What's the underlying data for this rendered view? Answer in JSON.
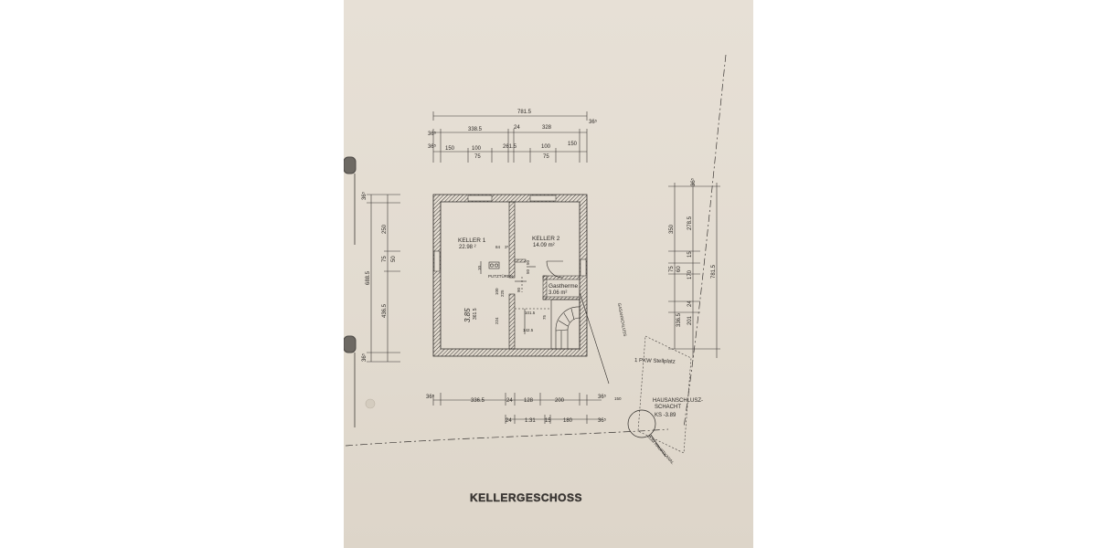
{
  "drawing": {
    "title": "KELLERGESCHOSS",
    "rooms": [
      {
        "name": "KELLER 1",
        "area": "22.98 ²"
      },
      {
        "name": "KELLER 2",
        "area": "14.09 m²"
      },
      {
        "name": "Gastherme",
        "area": "3.06 m²"
      }
    ],
    "labels": {
      "putzturen": "PUTZTÜREN",
      "gasanschluss": "GASANSCHLUSS",
      "parking": "1 PKW Stellplatz",
      "schacht_line1": "HAUSANSCHLUSZ-",
      "schacht_line2": "SCHACHT",
      "schacht_ks": "KS -3.89",
      "hauptkanal": "ZUM HAUPTKANAL",
      "stair_width": "3.85"
    },
    "dims_top": {
      "overall": "781.5",
      "row2": [
        "36⁵",
        "338.5",
        "24",
        "328",
        "36⁵"
      ],
      "row3": [
        "36⁵",
        "150",
        "100",
        "261.5",
        "100",
        "150"
      ],
      "row3_sub": [
        "75",
        "75"
      ]
    },
    "dims_left": [
      "36⁵",
      "250",
      "75",
      "50",
      "688.5",
      "436.5",
      "36⁵"
    ],
    "dims_right": [
      "36⁵",
      "350",
      "278.5",
      "15",
      "75",
      "60",
      "170",
      "336.5",
      "24",
      "201",
      "781.5"
    ],
    "dims_bottom": {
      "row1": [
        "36⁵",
        "336.5",
        "24",
        "128",
        "200",
        "36⁵"
      ],
      "row2": [
        "24",
        "1.31",
        "15",
        "180",
        "36⁵"
      ]
    },
    "dims_inner": [
      "84",
      "3⁵",
      "100",
      "225",
      "90",
      "361.5",
      "224",
      "101.5",
      "142.5",
      "10",
      "50",
      "50",
      "75",
      "150"
    ]
  }
}
